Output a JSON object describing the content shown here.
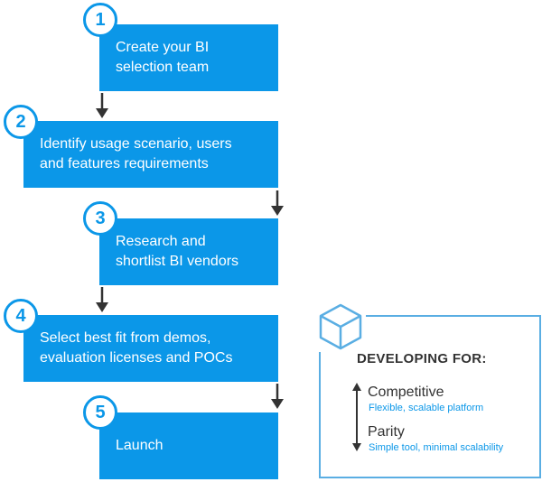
{
  "steps": [
    {
      "number": "1",
      "label": "Create your BI\nselection team"
    },
    {
      "number": "2",
      "label": "Identify usage scenario, users\nand features requirements"
    },
    {
      "number": "3",
      "label": "Research and\nshortlist BI vendors"
    },
    {
      "number": "4",
      "label": "Select best fit from demos,\nevaluation licenses and POCs"
    },
    {
      "number": "5",
      "label": "Launch"
    }
  ],
  "developing_for": {
    "title": "DEVELOPING FOR:",
    "icon": "cube-icon",
    "levels": [
      {
        "name": "Competitive",
        "description": "Flexible, scalable platform"
      },
      {
        "name": "Parity",
        "description": "Simple tool, minimal scalability"
      }
    ]
  },
  "colors": {
    "accent": "#0b97e8",
    "border": "#5aaee3",
    "arrow": "#333333",
    "text": "#333333"
  }
}
